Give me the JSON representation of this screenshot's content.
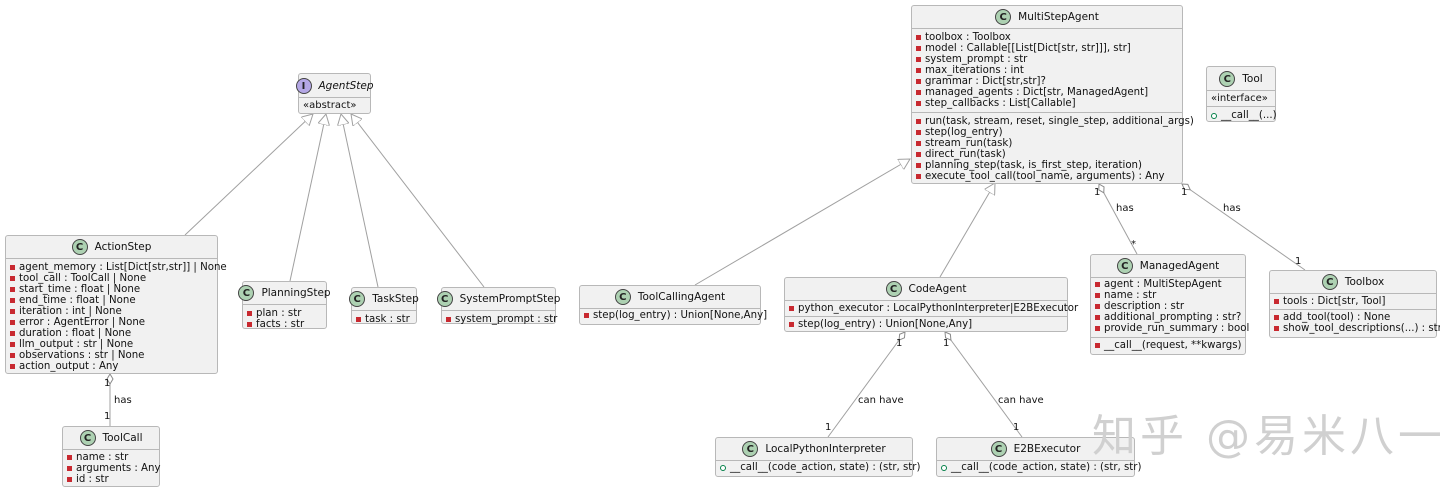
{
  "watermark": "知乎 @易米八一",
  "classes": {
    "agentstep": {
      "kind": "I",
      "name": "AgentStep",
      "stereotype": "«abstract»"
    },
    "multistep": {
      "kind": "C",
      "name": "MultiStepAgent",
      "fields": [
        "toolbox : Toolbox",
        "model : Callable[[List[Dict[str, str]]], str]",
        "system_prompt : str",
        "max_iterations : int",
        "grammar : Dict[str,str]?",
        "managed_agents : Dict[str, ManagedAgent]",
        "step_callbacks : List[Callable]"
      ],
      "methods": [
        "run(task, stream, reset, single_step, additional_args)",
        "step(log_entry)",
        "stream_run(task)",
        "direct_run(task)",
        "planning_step(task, is_first_step, iteration)",
        "execute_tool_call(tool_name, arguments) : Any"
      ]
    },
    "tool": {
      "kind": "C",
      "name": "Tool",
      "stereotype": "«interface»",
      "methods": [
        "__call__(...)"
      ]
    },
    "actionstep": {
      "kind": "C",
      "name": "ActionStep",
      "fields": [
        "agent_memory : List[Dict[str,str]] | None",
        "tool_call : ToolCall | None",
        "start_time : float | None",
        "end_time : float | None",
        "iteration : int | None",
        "error : AgentError | None",
        "duration : float | None",
        "llm_output : str | None",
        "observations : str | None",
        "action_output : Any"
      ]
    },
    "planningstep": {
      "kind": "C",
      "name": "PlanningStep",
      "fields": [
        "plan : str",
        "facts : str"
      ]
    },
    "taskstep": {
      "kind": "C",
      "name": "TaskStep",
      "fields": [
        "task : str"
      ]
    },
    "systempromptstep": {
      "kind": "C",
      "name": "SystemPromptStep",
      "fields": [
        "system_prompt : str"
      ]
    },
    "toolcallingagent": {
      "kind": "C",
      "name": "ToolCallingAgent",
      "methods": [
        "step(log_entry) : Union[None,Any]"
      ]
    },
    "codeagent": {
      "kind": "C",
      "name": "CodeAgent",
      "fields": [
        "python_executor : LocalPythonInterpreter|E2BExecutor"
      ],
      "methods": [
        "step(log_entry) : Union[None,Any]"
      ]
    },
    "managedagent": {
      "kind": "C",
      "name": "ManagedAgent",
      "fields": [
        "agent : MultiStepAgent",
        "name : str",
        "description : str",
        "additional_prompting : str?",
        "provide_run_summary : bool"
      ],
      "methods": [
        "__call__(request, **kwargs)"
      ]
    },
    "toolbox": {
      "kind": "C",
      "name": "Toolbox",
      "fields": [
        "tools : Dict[str, Tool]"
      ],
      "methods": [
        "add_tool(tool) : None",
        "show_tool_descriptions(...) : str"
      ]
    },
    "toolcall": {
      "kind": "C",
      "name": "ToolCall",
      "fields": [
        "name : str",
        "arguments : Any",
        "id : str"
      ]
    },
    "localpython": {
      "kind": "C",
      "name": "LocalPythonInterpreter",
      "methods": [
        "__call__(code_action, state) : (str, str)"
      ]
    },
    "e2b": {
      "kind": "C",
      "name": "E2BExecutor",
      "methods": [
        "__call__(code_action, state) : (str, str)"
      ]
    }
  },
  "relations": {
    "action_toolcall": {
      "label": "has",
      "src_mult": "1",
      "dst_mult": "1"
    },
    "msa_managed": {
      "label": "has",
      "src_mult": "1",
      "dst_mult": "*"
    },
    "msa_toolbox": {
      "label": "has",
      "src_mult": "1",
      "dst_mult": "1"
    },
    "code_local": {
      "label": "can have",
      "src_mult": "1",
      "dst_mult": "1"
    },
    "code_e2b": {
      "label": "can have",
      "src_mult": "1",
      "dst_mult": "1"
    }
  }
}
